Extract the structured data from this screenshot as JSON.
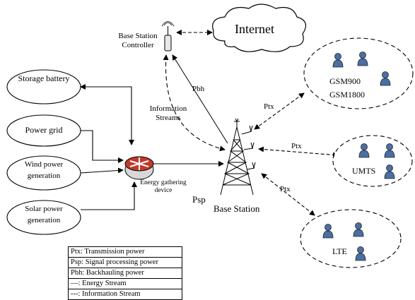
{
  "nodes": {
    "controller": "Base Station Controller",
    "internet": "Internet",
    "storage": "Storage battery",
    "power_grid": "Power grid",
    "wind": "Wind power generation",
    "solar": "Solar power generation",
    "gathering": "Energy gathering device",
    "base_station": "Base Station",
    "gsm900": "GSM900",
    "gsm1800": "GSM1800",
    "umts": "UMTS",
    "lte": "LTE"
  },
  "edge_labels": {
    "pbh": "Pbh",
    "info_streams": "Information Streams",
    "ptx1": "Ptx",
    "ptx2": "Ptx",
    "ptx3": "Ptx",
    "psp": "Psp"
  },
  "legend": [
    "Ptx: Transmission power",
    "Psp: Signal processing power",
    "Pbh: Backhauling power",
    "—:  Energy Stream",
    "---:  Information Stream"
  ],
  "colors": {
    "router": "#c0392b",
    "user_icon": "#4a6fa5"
  }
}
